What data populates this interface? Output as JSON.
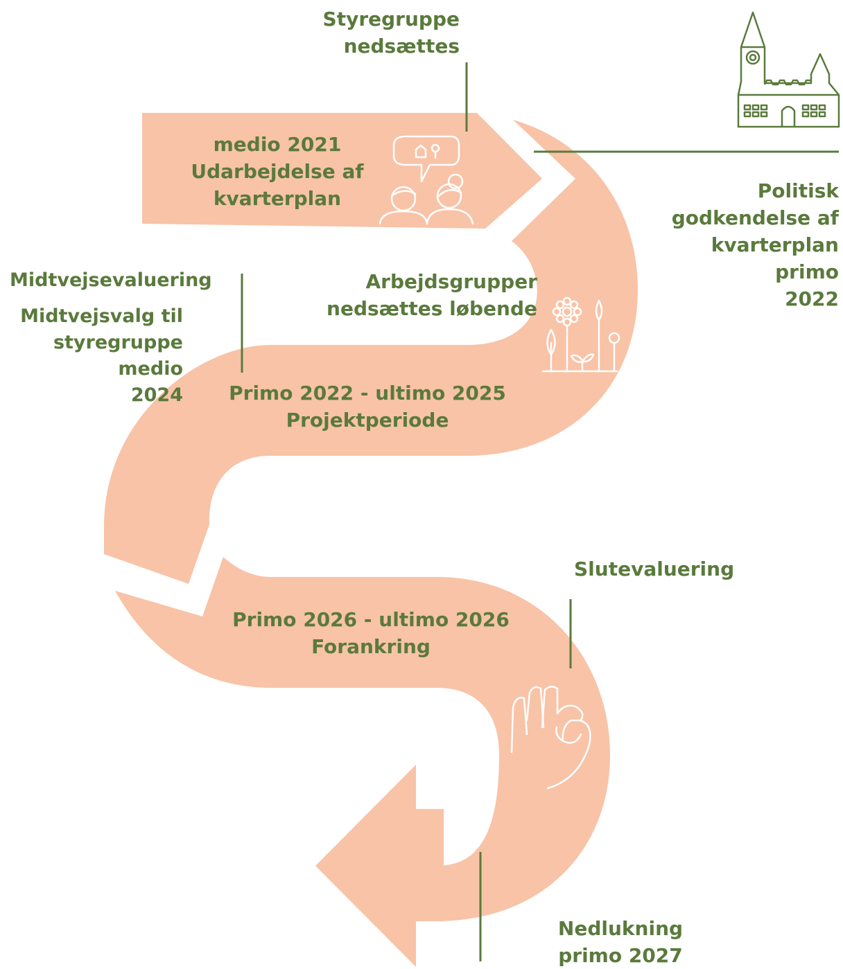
{
  "colors": {
    "road": "#f8c3a7",
    "text": "#5a7a3c",
    "line_art": "#ffffff"
  },
  "icons": [
    "city-hall-icon",
    "people-talking-icon",
    "plants-icon",
    "ok-hand-icon"
  ],
  "milestones": {
    "styregruppe": {
      "line1": "Styregruppe",
      "line2": "nedsættes"
    },
    "politisk": {
      "line1": "Politisk",
      "line2": "godkendelse af",
      "line3": "kvarterplan",
      "line4": "primo",
      "line5": "2022"
    },
    "midtvejsevaluering": {
      "line1": "Midtvejsevaluering"
    },
    "midtvejsvalg": {
      "line1": "Midtvejsvalg til",
      "line2": "styregruppe",
      "line3": "medio",
      "line4": "2024"
    },
    "arbejdsgrupper": {
      "line1": "Arbejdsgrupper",
      "line2": "nedsættes løbende"
    },
    "slutevaluering": {
      "line1": "Slutevaluering"
    },
    "nedlukning": {
      "line1": "Nedlukning",
      "line2": "primo 2027"
    }
  },
  "phases": {
    "phase1": {
      "line1": "medio 2021",
      "line2": "Udarbejdelse af",
      "line3": "kvarterplan"
    },
    "phase2": {
      "line1": "Primo 2022 - ultimo 2025",
      "line2": "Projektperiode"
    },
    "phase3": {
      "line1": "Primo 2026 - ultimo 2026",
      "line2": "Forankring"
    }
  }
}
